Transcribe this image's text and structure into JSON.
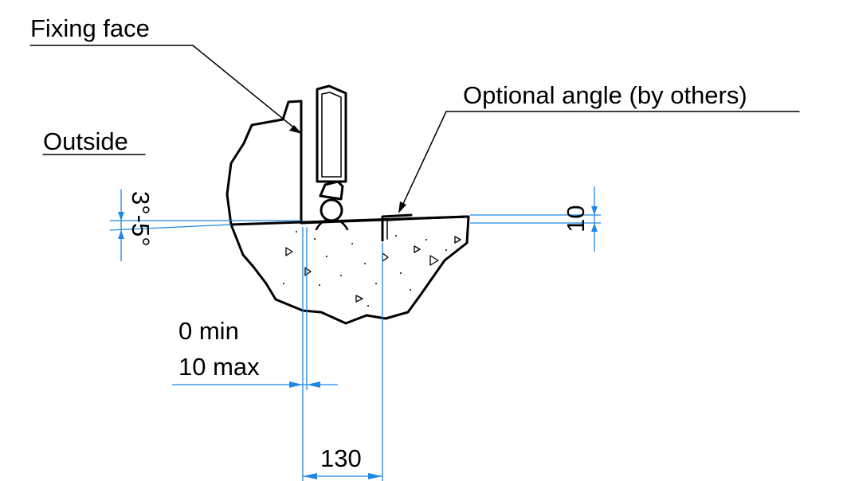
{
  "labels": {
    "fixing_face": "Fixing face",
    "outside": "Outside",
    "optional_angle": "Optional angle (by others)",
    "angle_range": "3°-5°",
    "gap_min": "0   min",
    "gap_max": "10 max",
    "width": "130",
    "height": "10"
  },
  "colors": {
    "linework": "#000000",
    "dimension": "#1e88e5"
  }
}
